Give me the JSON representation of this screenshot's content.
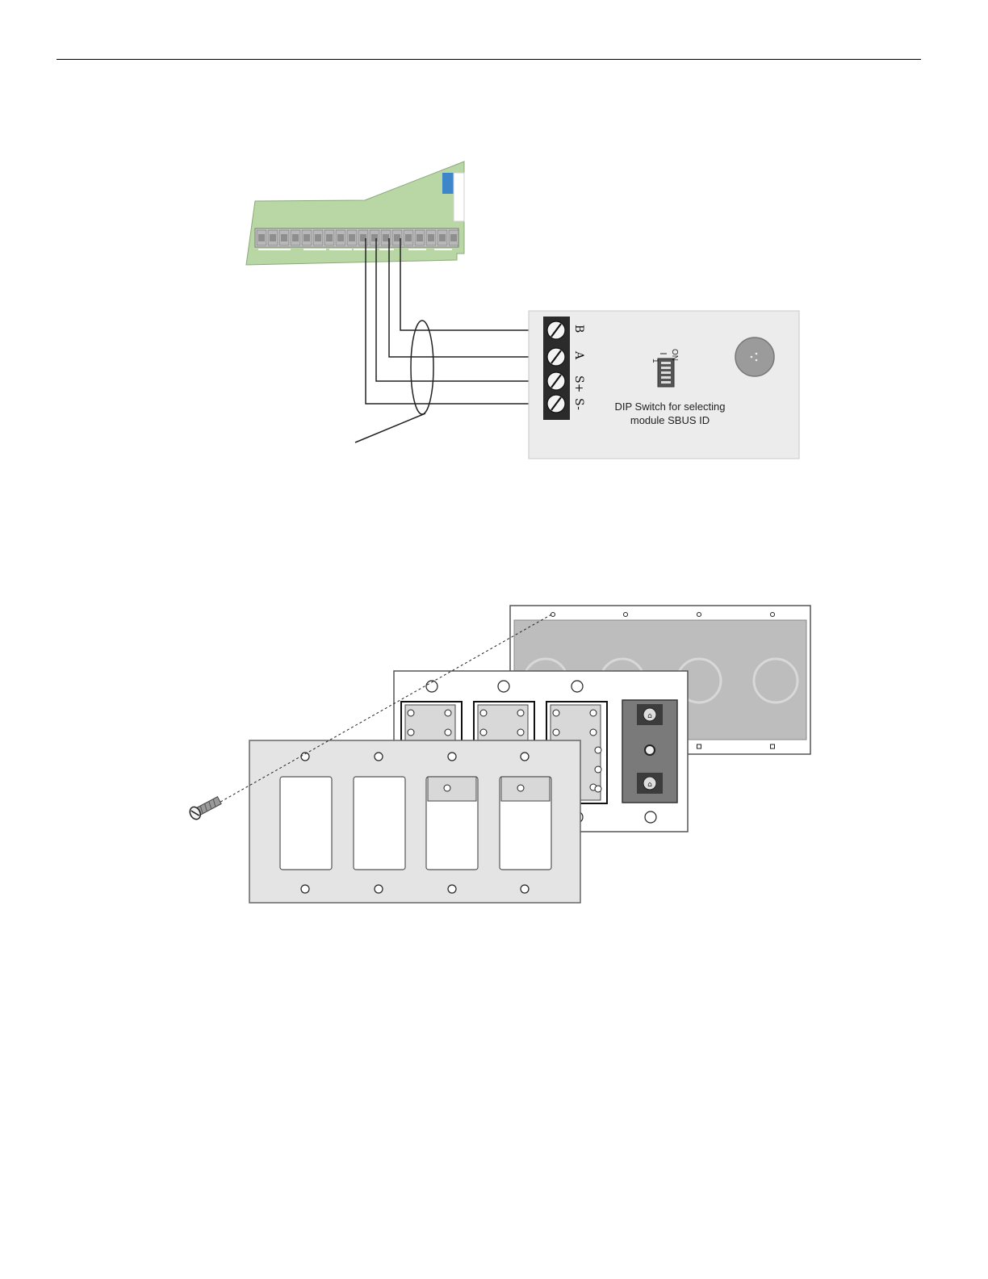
{
  "wiring_diagram": {
    "module_terminals": [
      "B",
      "A",
      "S+",
      "S-"
    ],
    "dip_on_label": "ON",
    "dip_index_label": "1",
    "dip_caption_line1": "DIP Switch for selecting",
    "dip_caption_line2": "module SBUS ID",
    "colors": {
      "board_green": "#b9d6a5",
      "terminal_block": "#2b2b2b",
      "module_plate": "#ececec",
      "dip_switch_blue": "#3d86c9"
    }
  },
  "mounting_diagram": {
    "colors": {
      "backbox": "#bdbdbd",
      "cover_plate": "#e4e4e4",
      "relay_mount": "#ffffff",
      "terminal_panel": "#7a7a7a"
    },
    "icons": [
      "screw-icon"
    ]
  }
}
